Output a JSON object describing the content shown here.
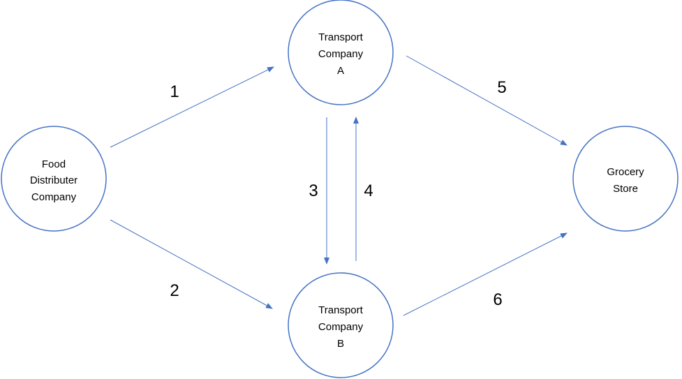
{
  "diagram": {
    "colors": {
      "node_stroke": "#4472C4",
      "edge_stroke": "#4472C4",
      "text": "#000000",
      "background": "#FFFFFF"
    },
    "nodes": {
      "food_distributer": {
        "lines": [
          "Food",
          "Distributer",
          "Company"
        ]
      },
      "transport_a": {
        "lines": [
          "Transport",
          "Company",
          "A"
        ]
      },
      "transport_b": {
        "lines": [
          "Transport",
          "Company",
          "B"
        ]
      },
      "grocery_store": {
        "lines": [
          "Grocery",
          "Store"
        ]
      }
    },
    "edges": [
      {
        "label": "1",
        "from": "Food Distributer Company",
        "to": "Transport Company A"
      },
      {
        "label": "2",
        "from": "Food Distributer Company",
        "to": "Transport Company B"
      },
      {
        "label": "3",
        "from": "Transport Company A",
        "to": "Transport Company B"
      },
      {
        "label": "4",
        "from": "Transport Company B",
        "to": "Transport Company A"
      },
      {
        "label": "5",
        "from": "Transport Company A",
        "to": "Grocery Store"
      },
      {
        "label": "6",
        "from": "Transport Company B",
        "to": "Grocery Store"
      }
    ]
  }
}
